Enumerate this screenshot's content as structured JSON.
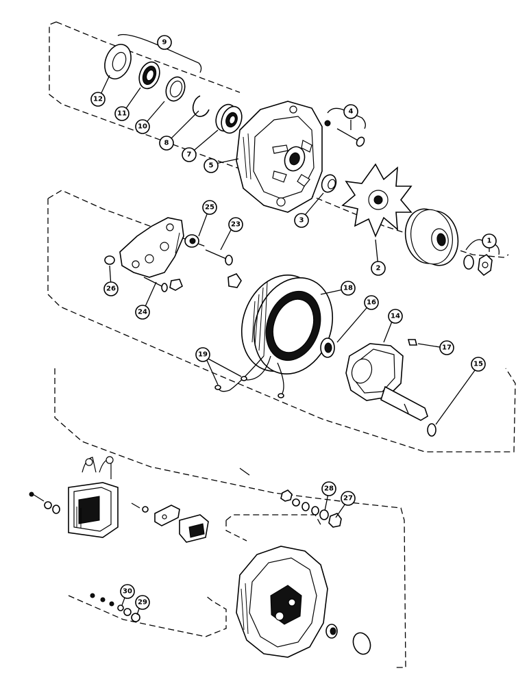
{
  "callouts": [
    {
      "id": "c1",
      "label": "1"
    },
    {
      "id": "c2",
      "label": "2"
    },
    {
      "id": "c3",
      "label": "3"
    },
    {
      "id": "c4",
      "label": "4"
    },
    {
      "id": "c5",
      "label": "5"
    },
    {
      "id": "c7",
      "label": "7"
    },
    {
      "id": "c8",
      "label": "8"
    },
    {
      "id": "c9",
      "label": "9"
    },
    {
      "id": "c10",
      "label": "10"
    },
    {
      "id": "c11",
      "label": "11"
    },
    {
      "id": "c12",
      "label": "12"
    },
    {
      "id": "c14",
      "label": "14"
    },
    {
      "id": "c15",
      "label": "15"
    },
    {
      "id": "c16",
      "label": "16"
    },
    {
      "id": "c17",
      "label": "17"
    },
    {
      "id": "c18",
      "label": "18"
    },
    {
      "id": "c19",
      "label": "19"
    },
    {
      "id": "c23",
      "label": "23"
    },
    {
      "id": "c24",
      "label": "24"
    },
    {
      "id": "c25",
      "label": "25"
    },
    {
      "id": "c26",
      "label": "26"
    },
    {
      "id": "c27",
      "label": "27"
    },
    {
      "id": "c28",
      "label": "28"
    },
    {
      "id": "c29",
      "label": "29"
    },
    {
      "id": "c30",
      "label": "30"
    }
  ]
}
